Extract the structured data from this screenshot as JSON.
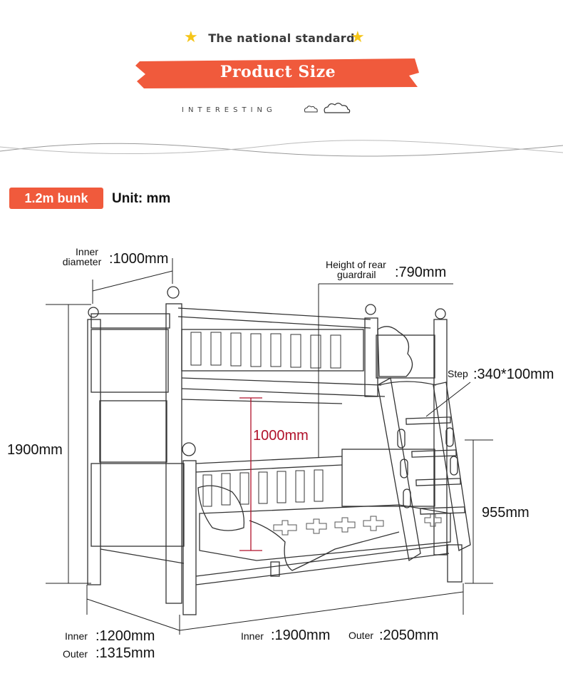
{
  "header": {
    "subtitle": "The national standard",
    "banner_title": "Product Size",
    "tagline": "INTERESTING"
  },
  "section": {
    "badge": "1.2m bunk",
    "unit": "Unit: mm"
  },
  "dimensions": {
    "inner_diameter_label_1": "Inner",
    "inner_diameter_label_2": "diameter",
    "inner_diameter_value": ":1000mm",
    "rear_guardrail_label_1": "Height of rear",
    "rear_guardrail_label_2": "guardrail",
    "rear_guardrail_value": ":790mm",
    "step_label": "Step",
    "step_value": ":340*100mm",
    "total_height": "1900mm",
    "inner_height": "1000mm",
    "lower_height": "955mm",
    "width_inner_label": "Inner",
    "width_inner_value": ":1200mm",
    "width_outer_label": "Outer",
    "width_outer_value": ":1315mm",
    "length_inner_label": "Inner",
    "length_inner_value": ":1900mm",
    "length_outer_label": "Outer",
    "length_outer_value": ":2050mm"
  },
  "colors": {
    "accent": "#f05a3c",
    "star": "#f5c518",
    "measure_red": "#b0112a"
  },
  "icons": [
    "star-icon",
    "cloud-icon"
  ]
}
